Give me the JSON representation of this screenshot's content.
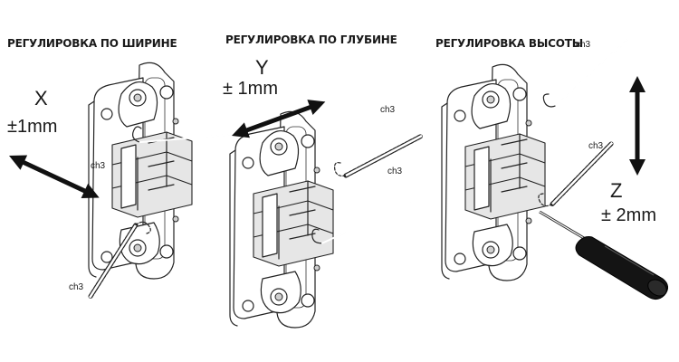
{
  "panels": [
    {
      "title": "РЕГУЛИРОВКА ПО ШИРИНЕ",
      "axis": "X",
      "range": "±1mm",
      "keys": [
        "ch3",
        "ch3"
      ]
    },
    {
      "title": "РЕГУЛИРОВКА ПО ГЛУБИНЕ",
      "axis": "Y",
      "range": "± 1mm",
      "keys": [
        "ch3",
        "ch3"
      ]
    },
    {
      "title": "РЕГУЛИРОВКА ВЫСОТЫ",
      "axis": "Z",
      "range": "± 2mm",
      "keys": [
        "ch3",
        "ch3"
      ]
    }
  ],
  "icons": {
    "hinge": "concealed-hinge-icon",
    "hex_key": "hex-key-icon",
    "screwdriver": "screwdriver-icon",
    "arrow": "double-arrow-icon"
  }
}
